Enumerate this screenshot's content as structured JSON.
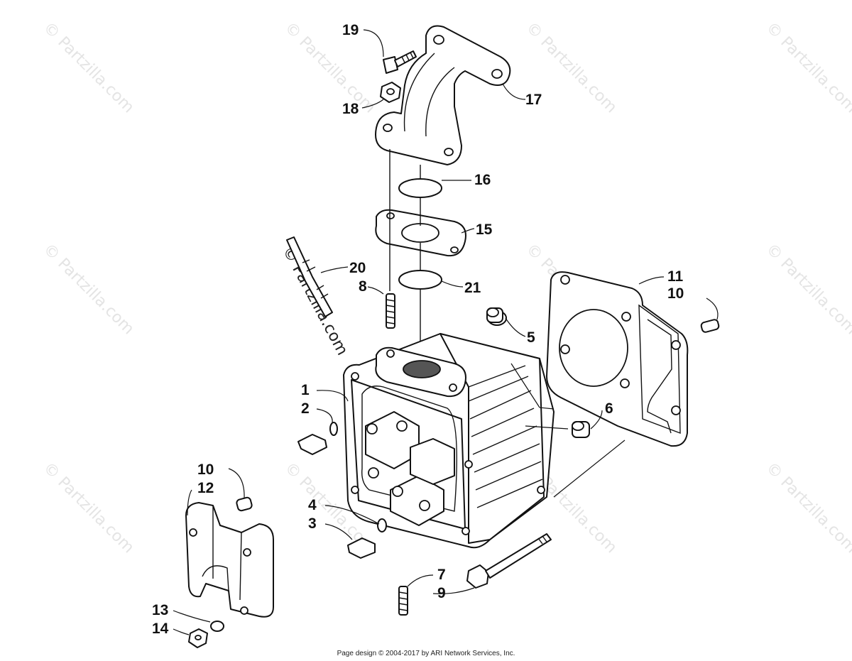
{
  "watermark": "© Partzilla.com",
  "copyright_mark": "© Partzilla.com",
  "footer": "Page design © 2004-2017 by ARI Network Services, Inc.",
  "callouts": {
    "c1": "1",
    "c2": "2",
    "c3": "3",
    "c4": "4",
    "c5": "5",
    "c6": "6",
    "c7": "7",
    "c8": "8",
    "c9": "9",
    "c10a": "10",
    "c10b": "10",
    "c11": "11",
    "c12": "12",
    "c13": "13",
    "c14": "14",
    "c15": "15",
    "c16": "16",
    "c17": "17",
    "c18": "18",
    "c19": "19",
    "c20": "20",
    "c21": "21"
  }
}
